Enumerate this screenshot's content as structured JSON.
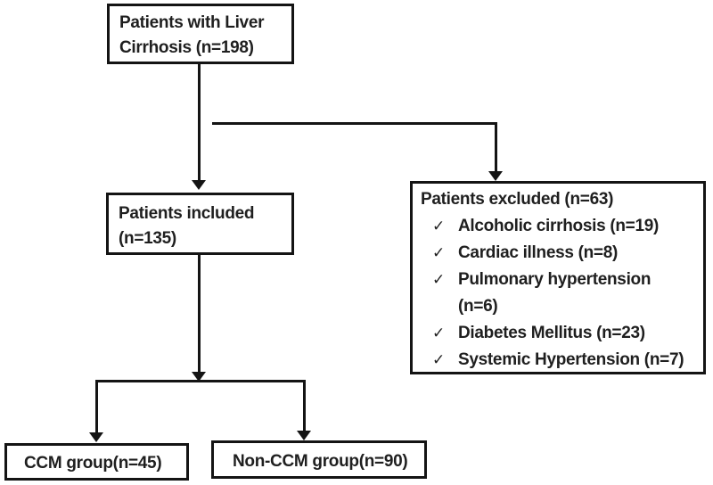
{
  "figure": {
    "type": "patient-selection-flowchart",
    "background_color": "#ffffff",
    "line_color": "#141414",
    "text_color": "#1f1f1f"
  },
  "boxes": {
    "total": {
      "text": "Patients with Liver\nCirrhosis (n=198)"
    },
    "included": {
      "text": "Patients included\n(n=135)"
    },
    "excluded": {
      "title": "Patients excluded (n=63)",
      "check_glyph": "✓",
      "items": [
        "Alcoholic cirrhosis (n=19)",
        "Cardiac illness (n=8)",
        "Pulmonary hypertension\n(n=6)",
        "Diabetes Mellitus (n=23)",
        "Systemic Hypertension (n=7)"
      ]
    },
    "ccm": {
      "text": "CCM group(n=45)"
    },
    "non_ccm": {
      "text": "Non-CCM group(n=90)"
    }
  }
}
